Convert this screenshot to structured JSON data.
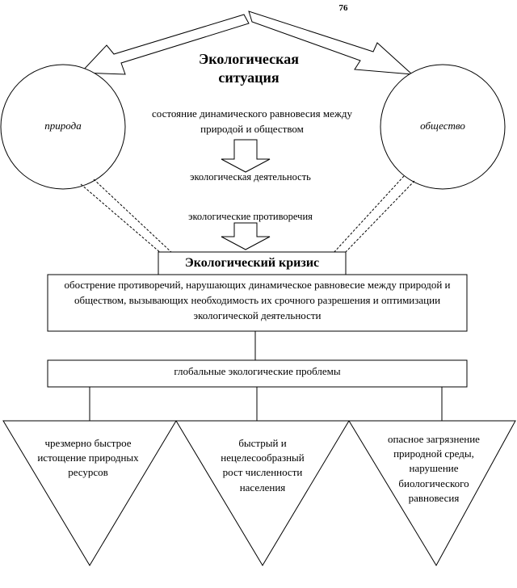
{
  "page_number": "76",
  "title": "Экологическая ситуация",
  "nodes": {
    "nature": "природа",
    "society": "общество",
    "equilibrium": "состояние динамического равновесия между природой и обществом",
    "activity": "экологическая деятельность",
    "contradictions": "экологические противоречия",
    "crisis": "Экологический кризис",
    "crisis_definition": "обострение противоречий, нарушающих динамическое равновесие между природой и обществом, вызывающих необходимость их срочного разрешения и оптимизации экологической деятельности",
    "global_problems": "глобальные экологические проблемы"
  },
  "problems": [
    "чрезмерно быстрое истощение природных ресурсов",
    "быстрый и нецелесообразный рост численности населения",
    "опасное загрязнение природной среды, нарушение биологического равновесия"
  ]
}
